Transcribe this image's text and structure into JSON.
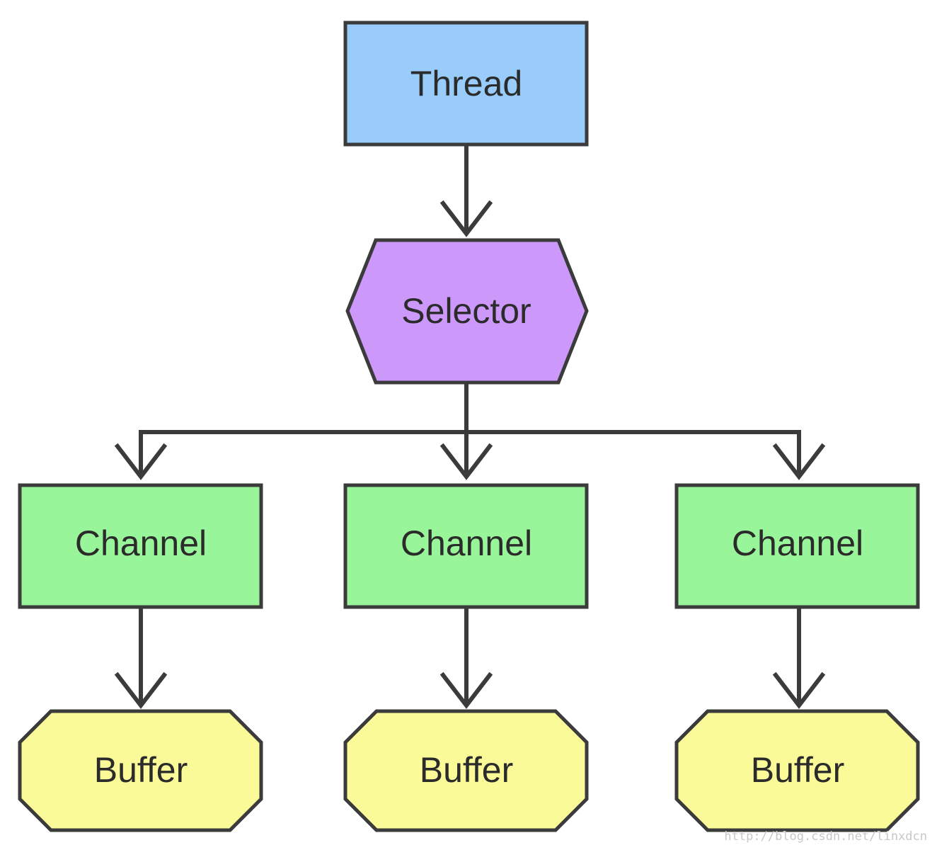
{
  "nodes": {
    "thread": {
      "label": "Thread",
      "shape": "rectangle",
      "fill": "#99ccfa"
    },
    "selector": {
      "label": "Selector",
      "shape": "hexagon",
      "fill": "#cc99fa"
    },
    "channels": [
      {
        "label": "Channel",
        "shape": "rectangle",
        "fill": "#99f599"
      },
      {
        "label": "Channel",
        "shape": "rectangle",
        "fill": "#99f599"
      },
      {
        "label": "Channel",
        "shape": "rectangle",
        "fill": "#99f599"
      }
    ],
    "buffers": [
      {
        "label": "Buffer",
        "shape": "octagon",
        "fill": "#fafa99"
      },
      {
        "label": "Buffer",
        "shape": "octagon",
        "fill": "#fafa99"
      },
      {
        "label": "Buffer",
        "shape": "octagon",
        "fill": "#fafa99"
      }
    ]
  },
  "edges": [
    {
      "from": "Thread",
      "to": "Selector"
    },
    {
      "from": "Selector",
      "to": "Channel 1"
    },
    {
      "from": "Selector",
      "to": "Channel 2"
    },
    {
      "from": "Selector",
      "to": "Channel 3"
    },
    {
      "from": "Channel 1",
      "to": "Buffer 1"
    },
    {
      "from": "Channel 2",
      "to": "Buffer 2"
    },
    {
      "from": "Channel 3",
      "to": "Buffer 3"
    }
  ],
  "colors": {
    "stroke": "#3b3b3b",
    "text": "#2b2b2b",
    "watermark": "#c8c8c8"
  },
  "watermark": "http://blog.csdn.net/linxdcn"
}
